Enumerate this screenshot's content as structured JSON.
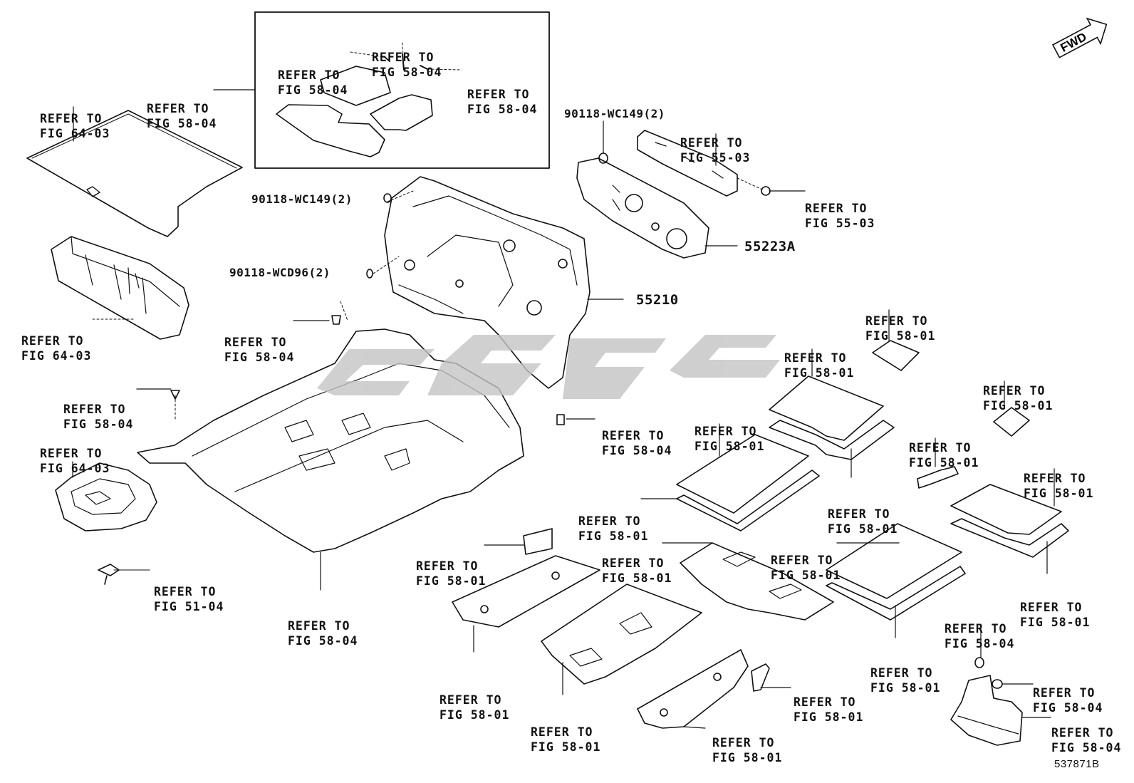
{
  "labels": {
    "upper_box_left": [
      "REFER TO",
      "FIG 58-04"
    ],
    "upper_box_top": [
      "REFER TO",
      "FIG 58-04"
    ],
    "upper_box_inner_left": [
      "REFER TO",
      "FIG 58-04"
    ],
    "upper_box_inner_right": [
      "REFER TO",
      "FIG 58-04"
    ],
    "rear_mat": [
      "REFER TO",
      "FIG 64-03"
    ],
    "storage_box": [
      "REFER TO",
      "FIG 64-03"
    ],
    "spare_tire_tray": [
      "REFER TO",
      "FIG 64-03"
    ],
    "clip_mid_left": [
      "REFER TO",
      "FIG 58-04"
    ],
    "clip_left": [
      "REFER TO",
      "FIG 58-04"
    ],
    "clip_center": [
      "REFER TO",
      "FIG 58-04"
    ],
    "plug_bottom_left": [
      "REFER TO",
      "FIG 51-04"
    ],
    "floor_carpet": [
      "REFER TO",
      "FIG 58-04"
    ],
    "bracket_top": [
      "REFER TO",
      "FIG 55-03"
    ],
    "bracket_clip": [
      "REFER TO",
      "FIG 55-03"
    ],
    "pad_a_upper": [
      "REFER TO",
      "FIG 58-01"
    ],
    "pad_a_lower": [
      "REFER TO",
      "FIG 58-01"
    ],
    "pad_b_upper": [
      "REFER TO",
      "FIG 58-01"
    ],
    "pad_b_lower": [
      "REFER TO",
      "FIG 58-01"
    ],
    "small_pad_1": [
      "REFER TO",
      "FIG 58-01"
    ],
    "small_pad_2": [
      "REFER TO",
      "FIG 58-01"
    ],
    "small_strip": [
      "REFER TO",
      "FIG 58-01"
    ],
    "pad_c_upper": [
      "REFER TO",
      "FIG 58-01"
    ],
    "pad_c_lower": [
      "REFER TO",
      "FIG 58-01"
    ],
    "small_patch": [
      "REFER TO",
      "FIG 58-01"
    ],
    "console_pad": [
      "REFER TO",
      "FIG 58-01"
    ],
    "pad_d_upper": [
      "REFER TO",
      "FIG 58-01"
    ],
    "pad_d_lower": [
      "REFER TO",
      "FIG 58-01"
    ],
    "floor_pad_left": [
      "REFER TO",
      "FIG 58-01"
    ],
    "floor_pad_mid": [
      "REFER TO",
      "FIG 58-01"
    ],
    "floor_pad_right": [
      "REFER TO",
      "FIG 58-01"
    ],
    "curved_patch": [
      "REFER TO",
      "FIG 58-01"
    ],
    "cover_clip": [
      "REFER TO",
      "FIG 58-04"
    ],
    "cover_grommet": [
      "REFER TO",
      "FIG 58-04"
    ],
    "cover_body": [
      "REFER TO",
      "FIG 58-04"
    ]
  },
  "part_numbers": {
    "clip_wc149_left": "90118-WC149(2)",
    "clip_wc149_top": "90118-WC149(2)",
    "clip_wcd96": "90118-WCD96(2)",
    "dash_insulator_inner": "55210",
    "dash_insulator_outer": "55223A"
  },
  "fwd_arrow": "FWD",
  "diagram_id": "537871B",
  "colors": {
    "line": "#111111",
    "watermark": "#c4c4c4",
    "background": "#ffffff"
  }
}
